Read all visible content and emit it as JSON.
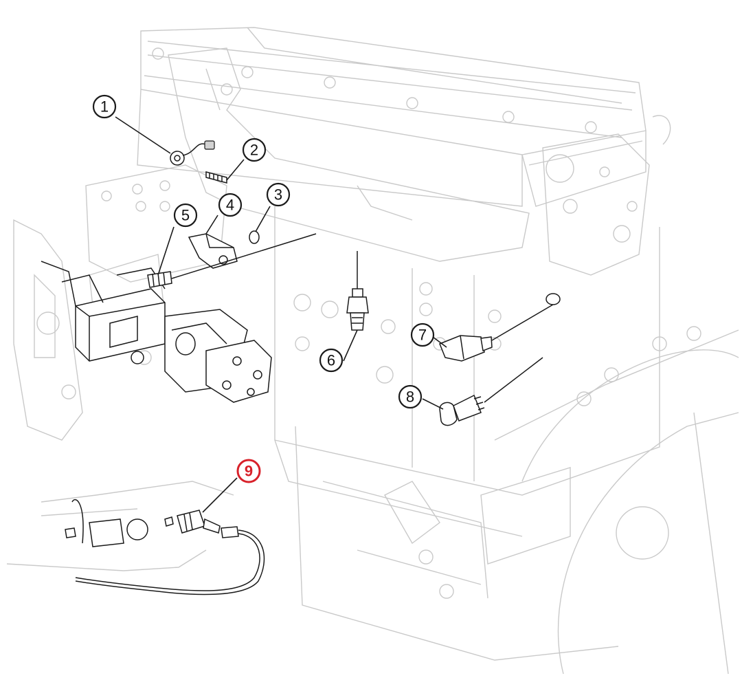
{
  "callouts": [
    {
      "id": "1",
      "highlight": false
    },
    {
      "id": "2",
      "highlight": false
    },
    {
      "id": "3",
      "highlight": false
    },
    {
      "id": "4",
      "highlight": false
    },
    {
      "id": "5",
      "highlight": false
    },
    {
      "id": "6",
      "highlight": false
    },
    {
      "id": "7",
      "highlight": false
    },
    {
      "id": "8",
      "highlight": false
    },
    {
      "id": "9",
      "highlight": true
    }
  ],
  "colors": {
    "line": "#1a1a1a",
    "ghost": "#c9c9c9",
    "highlight": "#d8212a"
  }
}
